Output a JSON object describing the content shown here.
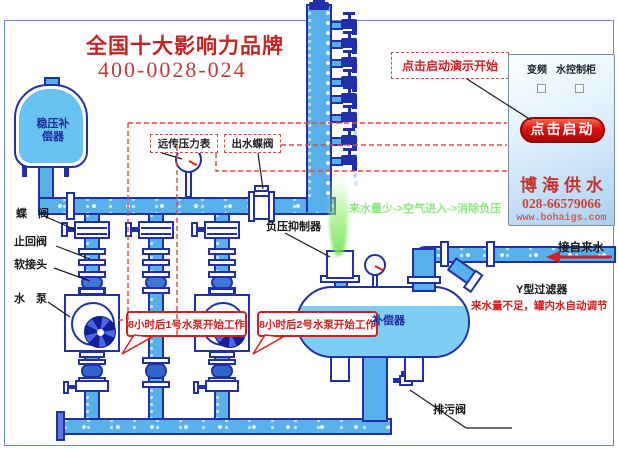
{
  "brand": {
    "title": "全国十大影响力品牌",
    "phone": "400-0028-024"
  },
  "labels": {
    "tank_left": "稳压补偿器",
    "butterfly_valve": "蝶　阀",
    "check_valve": "止回阀",
    "soft_joint": "软接头",
    "pump": "水　泵",
    "remote_gauge": "远传压力表",
    "outlet_valve": "出水蝶阀",
    "vacuum_suppressor": "负压抑制器",
    "compensator": "补偿器",
    "drain_valve": "排污阀",
    "tap_water": "接自来水",
    "y_filter": "Y型过滤器"
  },
  "notes": {
    "demo_start": "点击启动演示开始",
    "low_water_green": "来水量少->空气进入->消除负压",
    "low_water_red": "来水量不足，罐内水自动调节",
    "callout_pump1": "8小时后1号水泵开始工作",
    "callout_pump2": "8小时后2号水泵开始工作"
  },
  "cabinet": {
    "type_label": "变频",
    "name_label": "水控制柜",
    "start_button": "点击启动",
    "company": "博海供水",
    "phone": "028-66579066",
    "website": "www.bohaigs.com"
  },
  "colors": {
    "accent_red": "#d42020",
    "pipe_blue": "#58b0ea",
    "outline_navy": "#2130a8",
    "water_blue": "#7ecdf5",
    "green_note": "#8fe87f"
  }
}
